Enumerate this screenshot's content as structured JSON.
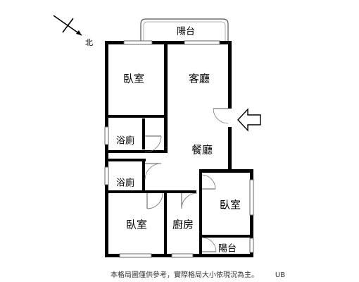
{
  "compass": {
    "label": "北"
  },
  "rooms": {
    "balcony_top": "陽台",
    "bedroom_top": "臥室",
    "living_room": "客廳",
    "dining_room": "餐廳",
    "bathroom_1": "浴廁",
    "bathroom_2": "浴廁",
    "bedroom_bottom_left": "臥室",
    "kitchen": "廚房",
    "bedroom_right": "臥室",
    "balcony_bottom": "陽台"
  },
  "caption": "本格局圖僅供參考，實際格局大小依現況為主。",
  "watermark": "UB"
}
